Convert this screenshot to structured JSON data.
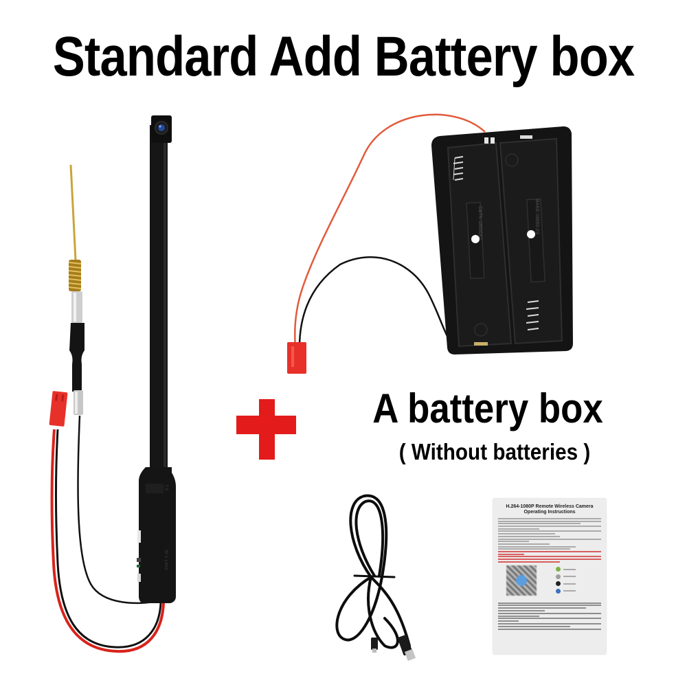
{
  "headline": "Standard Add Battery box",
  "caption": {
    "main": "A battery box",
    "sub": "( Without batteries )"
  },
  "symbols": {
    "plus": "plus-sign",
    "plus_color": "#e31b1b"
  },
  "items": [
    {
      "name": "camera-module",
      "description": "Black flexible camera board with lens, antenna and red JST power lead"
    },
    {
      "name": "battery-box",
      "description": "Black 2-cell battery holder with red/black wires and red JST connector"
    },
    {
      "name": "usb-cable",
      "description": "Coiled black USB charging cable"
    },
    {
      "name": "instruction-manual",
      "description": "Printed operating instructions sheet"
    }
  ],
  "manual": {
    "title": "H.264-1080P Remote Wireless Camera",
    "subtitle": "Operating Instructions"
  },
  "colors": {
    "text": "#000000",
    "background": "#ffffff",
    "connector_red": "#e8302a",
    "wire_red": "#d8231b",
    "antenna_gold": "#c9a53a",
    "device_black": "#141414"
  }
}
